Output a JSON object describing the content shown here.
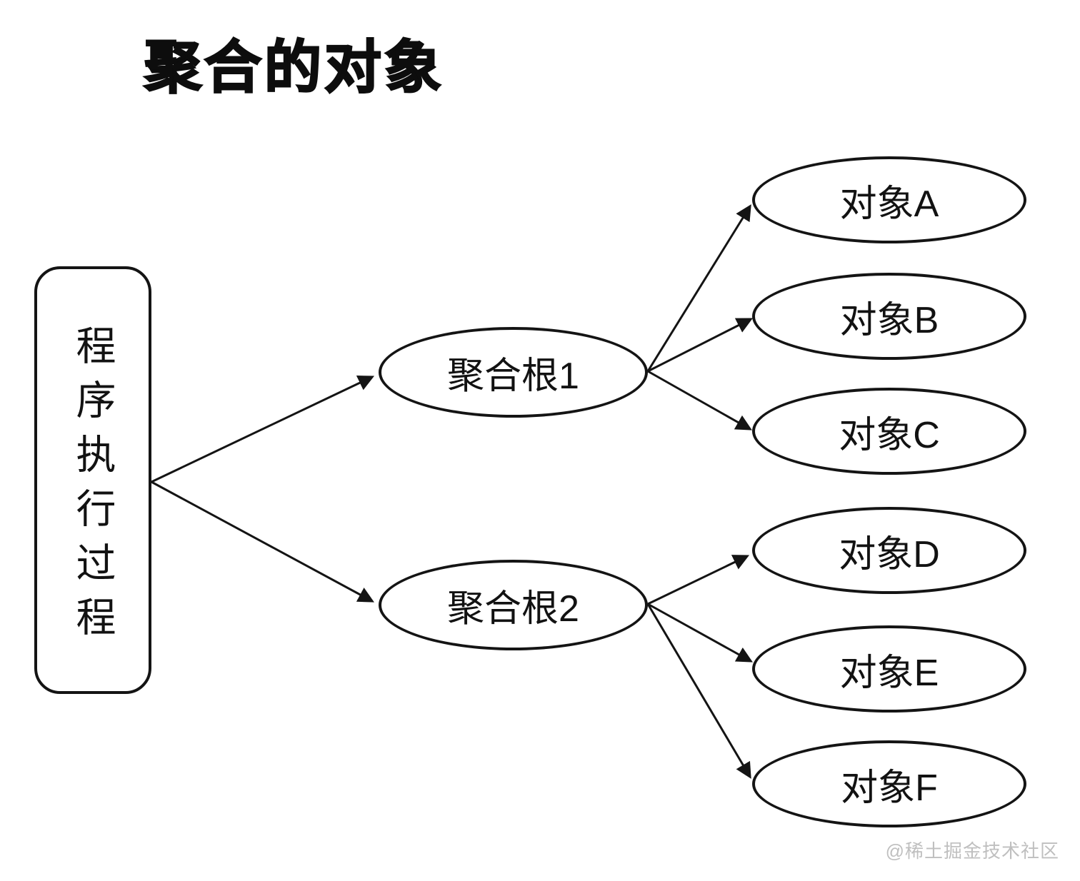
{
  "page": {
    "title": "聚合的对象",
    "watermark": "@稀土掘金技术社区",
    "background_color": "#ffffff",
    "line_color": "#141414",
    "watermark_color": "#bfbfbf"
  },
  "diagram": {
    "type": "tree",
    "root_node": {
      "label": "程序执行过程",
      "shape": "rounded-rectangle",
      "text_direction": "vertical"
    },
    "aggregate_roots": [
      {
        "label": "聚合根1",
        "shape": "ellipse"
      },
      {
        "label": "聚合根2",
        "shape": "ellipse"
      }
    ],
    "objects": [
      {
        "label": "对象A",
        "shape": "ellipse"
      },
      {
        "label": "对象B",
        "shape": "ellipse"
      },
      {
        "label": "对象C",
        "shape": "ellipse"
      },
      {
        "label": "对象D",
        "shape": "ellipse"
      },
      {
        "label": "对象E",
        "shape": "ellipse"
      },
      {
        "label": "对象F",
        "shape": "ellipse"
      }
    ],
    "edges": [
      {
        "from": "程序执行过程",
        "to": "聚合根1",
        "arrow": "end"
      },
      {
        "from": "程序执行过程",
        "to": "聚合根2",
        "arrow": "end"
      },
      {
        "from": "聚合根1",
        "to": "对象A",
        "arrow": "end"
      },
      {
        "from": "聚合根1",
        "to": "对象B",
        "arrow": "end"
      },
      {
        "from": "聚合根1",
        "to": "对象C",
        "arrow": "end"
      },
      {
        "from": "聚合根2",
        "to": "对象D",
        "arrow": "end"
      },
      {
        "from": "聚合根2",
        "to": "对象E",
        "arrow": "end"
      },
      {
        "from": "聚合根2",
        "to": "对象F",
        "arrow": "end"
      }
    ]
  }
}
